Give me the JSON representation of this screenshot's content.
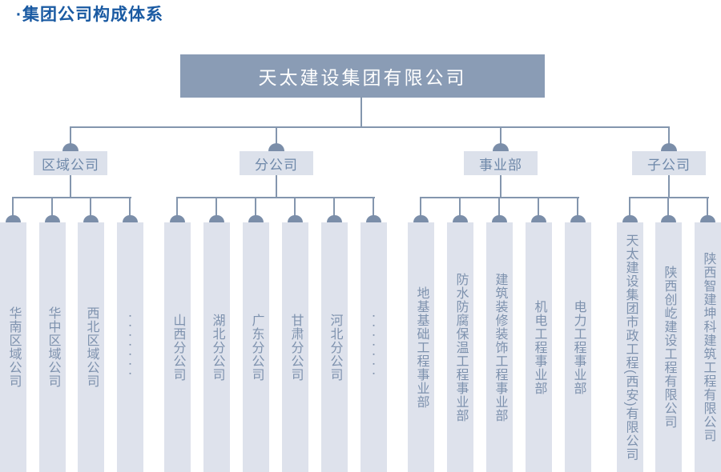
{
  "page_title": "·集团公司构成体系",
  "root": {
    "label": "天太建设集团有限公司"
  },
  "groups": [
    {
      "label": "区域公司",
      "children": [
        {
          "label": "华南区域公司"
        },
        {
          "label": "华中区域公司"
        },
        {
          "label": "西北区域公司"
        },
        {
          "label": "▪▪▪▪▪▪▪"
        }
      ]
    },
    {
      "label": "分公司",
      "children": [
        {
          "label": "山西分公司"
        },
        {
          "label": "湖北分公司"
        },
        {
          "label": "广东分公司"
        },
        {
          "label": "甘肃分公司"
        },
        {
          "label": "河北分公司"
        },
        {
          "label": "▪▪▪▪▪▪▪"
        }
      ]
    },
    {
      "label": "事业部",
      "children": [
        {
          "label": "地基基础工程事业部"
        },
        {
          "label": "防水防腐保温工程事业部"
        },
        {
          "label": "建筑装修装饰工程事业部"
        },
        {
          "label": "机电工程事业部"
        },
        {
          "label": "电力工程事业部"
        }
      ]
    },
    {
      "label": "子公司",
      "children": [
        {
          "label": "天太建设集团市政工程(西安)有限公司"
        },
        {
          "label": "陕西创屹建设工程有限公司"
        },
        {
          "label": "陕西智建坤科建筑工程有限公司"
        }
      ]
    }
  ],
  "colors": {
    "title_color": "#1a5aa2",
    "root_fill": "#8a9cb5",
    "root_text": "#ffffff",
    "node_fill": "#dce1eb",
    "node_text": "#6e88a9",
    "bar_fill": "#dee2ec",
    "bar_text": "#7e92ae",
    "line_color": "#8496ae",
    "dome_color": "#7b8ea9"
  }
}
